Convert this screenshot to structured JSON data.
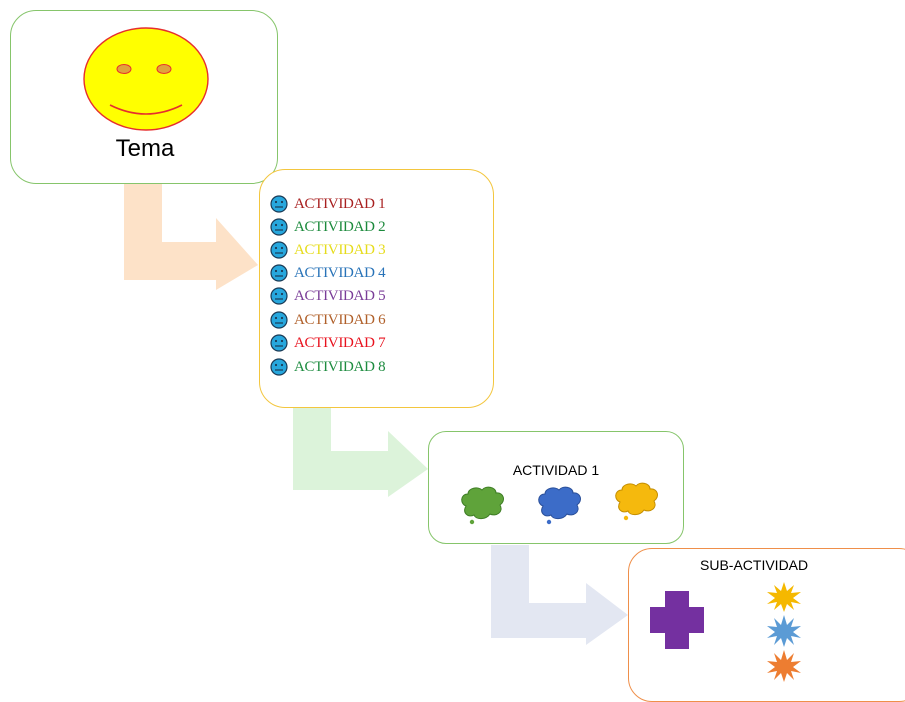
{
  "tema": {
    "label": "Tema"
  },
  "actividades": [
    {
      "label": "ACTIVIDAD 1",
      "color": "#a82020"
    },
    {
      "label": "ACTIVIDAD 2",
      "color": "#1c8a3c"
    },
    {
      "label": "ACTIVIDAD 3",
      "color": "#e6dc1c"
    },
    {
      "label": "ACTIVIDAD 4",
      "color": "#2873b8"
    },
    {
      "label": "ACTIVIDAD 5",
      "color": "#7a3d98"
    },
    {
      "label": "ACTIVIDAD 6",
      "color": "#b0602a"
    },
    {
      "label": "ACTIVIDAD 7",
      "color": "#e8121e"
    },
    {
      "label": "ACTIVIDAD 8",
      "color": "#1e8c40"
    }
  ],
  "actividad_detail": {
    "title": "ACTIVIDAD 1",
    "thought_colors": [
      "#5fa33a",
      "#3c6cc8",
      "#f5b90d"
    ]
  },
  "sub_actividad": {
    "title": "SUB-ACTIVIDAD",
    "cross_color": "#7430a0",
    "star_colors": [
      "#f5b800",
      "#5b9bd5",
      "#ed7d31"
    ]
  },
  "arrow_colors": [
    "#fde2c8",
    "#dcf3da",
    "#e3e7f2"
  ]
}
